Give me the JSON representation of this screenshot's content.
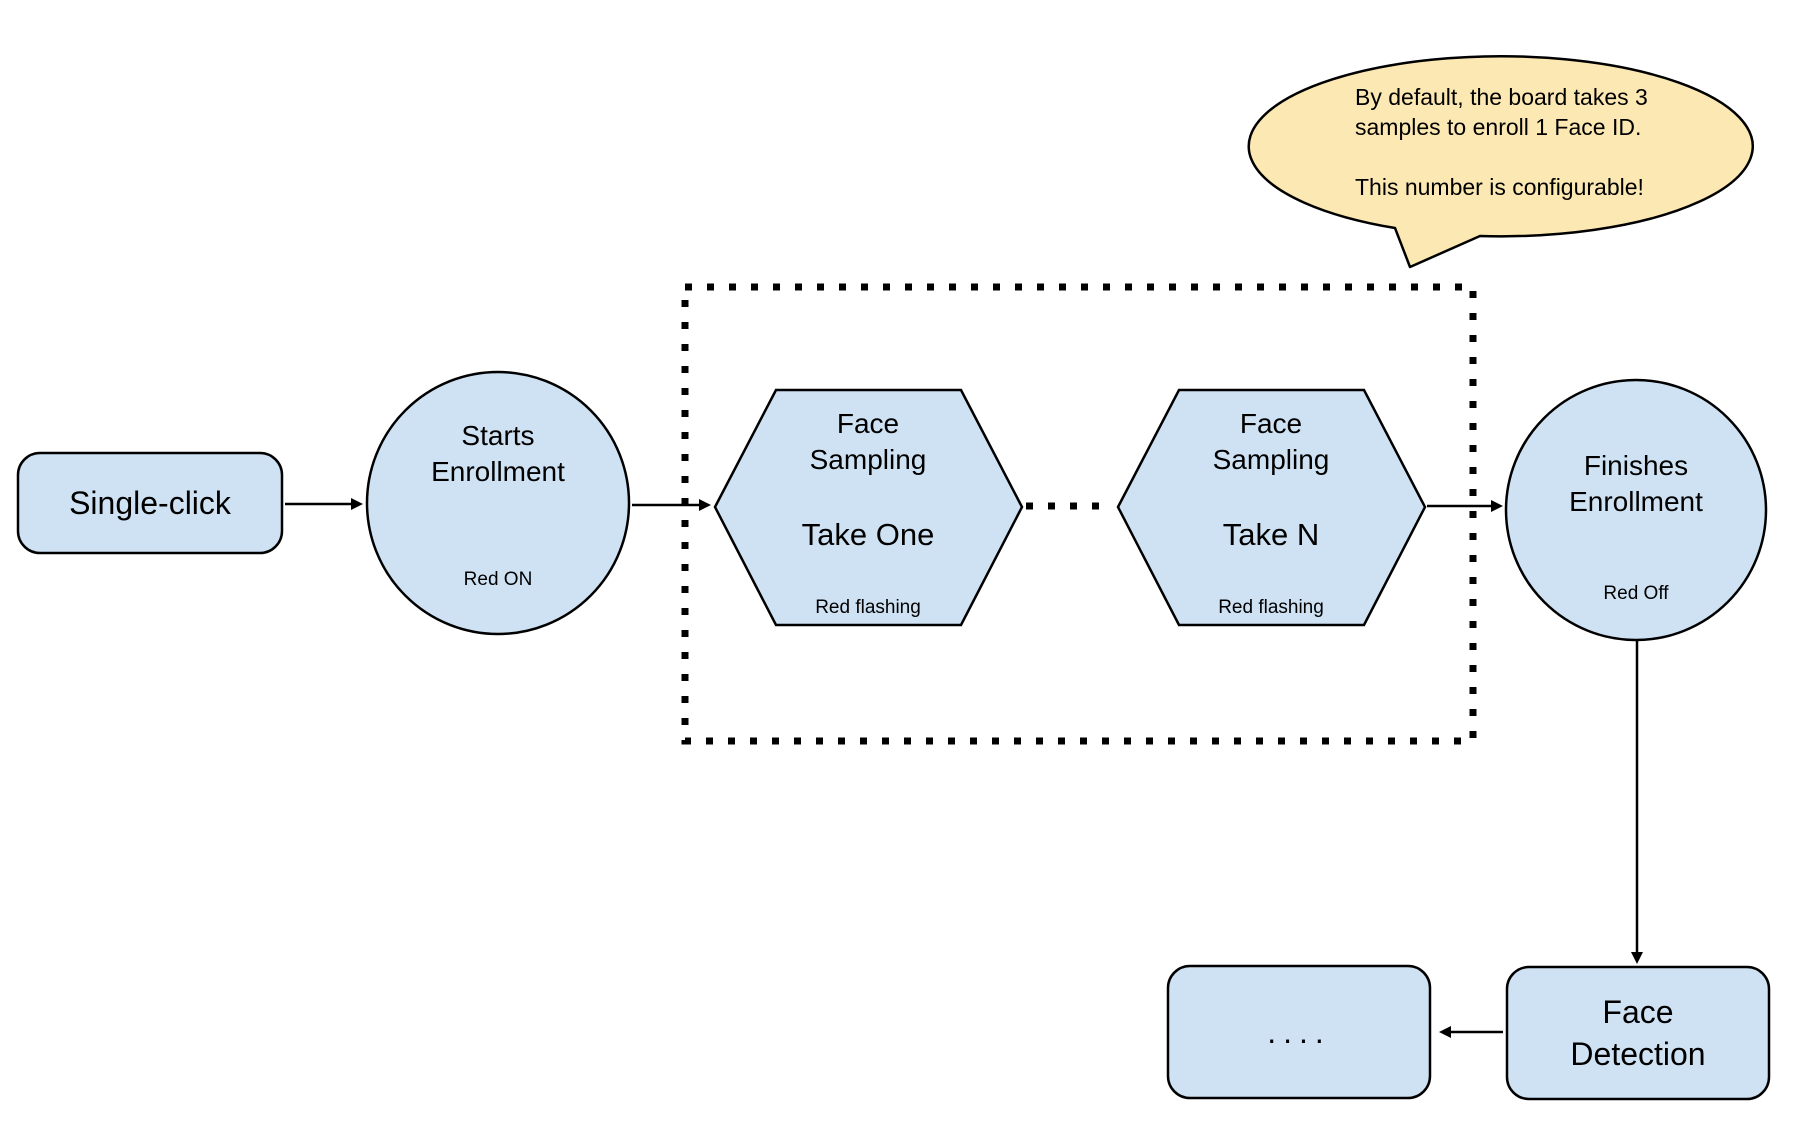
{
  "colors": {
    "node_fill": "#cfe2f3",
    "node_stroke": "#000000",
    "bubble_fill": "#fce8b2",
    "background": "#ffffff"
  },
  "callout": {
    "text": "By default, the board takes 3\nsamples to enroll 1 Face ID.\n\nThis number is configurable!"
  },
  "nodes": {
    "single_click": {
      "label": "Single-click"
    },
    "starts_enrollment": {
      "title": "Starts\nEnrollment",
      "status": "Red ON"
    },
    "sampling_one": {
      "title": "Face\nSampling",
      "take": "Take One",
      "status": "Red flashing"
    },
    "sampling_n": {
      "title": "Face\nSampling",
      "take": "Take N",
      "status": "Red flashing"
    },
    "finishes_enrollment": {
      "title": "Finishes\nEnrollment",
      "status": "Red Off"
    },
    "face_detection": {
      "label": "Face\nDetection"
    },
    "continuation": {
      "label": "...."
    }
  }
}
